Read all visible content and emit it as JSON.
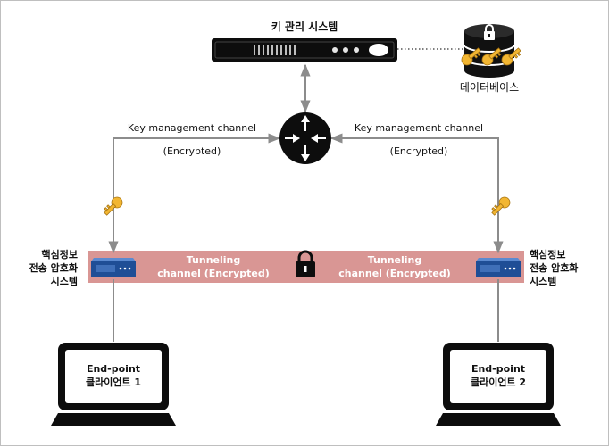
{
  "key_mgmt_system": {
    "title": "키 관리 시스템"
  },
  "database": {
    "label": "데이터베이스"
  },
  "channels": {
    "left": {
      "label": "Key management channel",
      "note": "(Encrypted)"
    },
    "right": {
      "label": "Key management channel",
      "note": "(Encrypted)"
    }
  },
  "tunnel": {
    "left_line1": "Tunneling",
    "left_line2": "channel  (Encrypted)",
    "right_line1": "Tunneling",
    "right_line2": "channel  (Encrypted)"
  },
  "encryption_system_left": {
    "line1": "핵심정보",
    "line2": "전송 암호화",
    "line3": "시스템"
  },
  "encryption_system_right": {
    "line1": "핵심정보",
    "line2": "전송 암호화",
    "line3": "시스템"
  },
  "client1": {
    "line1": "End-point",
    "line2": "클라이언트 1"
  },
  "client2": {
    "line1": "End-point",
    "line2": "클라이언트 2"
  },
  "colors": {
    "tunnel_band": "#d99694",
    "connector": "#8c8c8c",
    "key_gold": "#f2b632",
    "appliance_blue": "#1f4e96",
    "device_black": "#0d0d0d"
  }
}
